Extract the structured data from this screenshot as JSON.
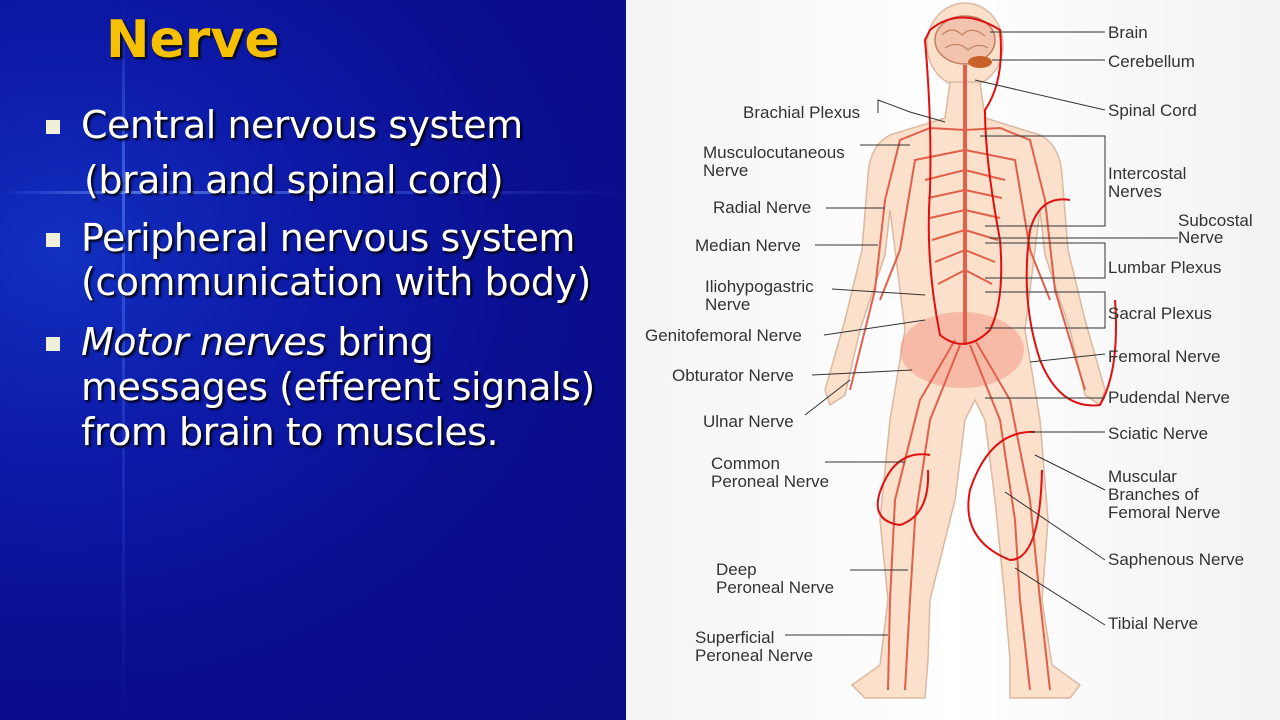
{
  "slide": {
    "title": "Nerve",
    "bullets": {
      "b1": {
        "line1": "Central nervous system",
        "line2": "(brain and spinal cord)"
      },
      "b2": {
        "line1": "Peripheral nervous system",
        "line2": "(communication with body)"
      },
      "b3": {
        "italic": "Motor nerves",
        "line1_rest": " bring",
        "line2": "messages (efferent signals)",
        "line3": "from brain to muscles."
      }
    }
  },
  "diagram": {
    "labels_right": {
      "brain": "Brain",
      "cerebellum": "Cerebellum",
      "spinal_cord": "Spinal Cord",
      "intercostal_1": "Intercostal",
      "intercostal_2": "Nerves",
      "subcostal_1": "Subcostal",
      "subcostal_2": "Nerve",
      "lumbar_plexus": "Lumbar Plexus",
      "sacral_plexus": "Sacral Plexus",
      "femoral_nerve": "Femoral Nerve",
      "pudendal_nerve": "Pudendal Nerve",
      "sciatic_nerve": "Sciatic Nerve",
      "muscular_1": "Muscular",
      "muscular_2": "Branches of",
      "muscular_3": "Femoral Nerve",
      "saphenous_nerve": "Saphenous Nerve",
      "tibial_nerve": "Tibial Nerve"
    },
    "labels_left": {
      "brachial_plexus": "Brachial Plexus",
      "musculocutaneous_1": "Musculocutaneous",
      "musculocutaneous_2": "Nerve",
      "radial_nerve": "Radial Nerve",
      "median_nerve": "Median Nerve",
      "iliohypogastric_1": "Iliohypogastric",
      "iliohypogastric_2": "Nerve",
      "genitofemoral_nerve": "Genitofemoral Nerve",
      "obturator_nerve": "Obturator Nerve",
      "ulnar_nerve": "Ulnar Nerve",
      "common_peroneal_1": "Common",
      "common_peroneal_2": "Peroneal Nerve",
      "deep_peroneal_1": "Deep",
      "deep_peroneal_2": "Peroneal Nerve",
      "superficial_peroneal_1": "Superficial",
      "superficial_peroneal_2": "Peroneal Nerve"
    },
    "colors": {
      "skin": "#fbe0cc",
      "skin_outline": "#dcb8a0",
      "nerve": "#e0604a",
      "annotation": "#e01010",
      "title": "#f5c000",
      "slide_bg": "#0d1aa8"
    }
  }
}
